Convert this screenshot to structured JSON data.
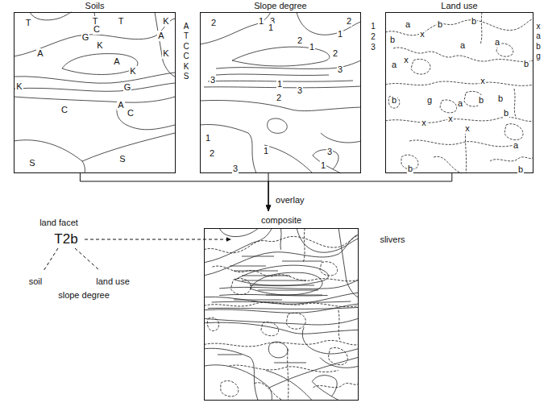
{
  "diagram": {
    "nodes": [
      {
        "text": [
          "Soils"
        ]
      },
      {
        "text": [
          "Slope degree"
        ]
      },
      {
        "text": [
          "Land use"
        ]
      },
      {
        "text": [
          "composite"
        ]
      }
    ],
    "edges": [
      {
        "from": 0,
        "to": 3,
        "arrow": "to"
      },
      {
        "from": 1,
        "to": 3,
        "label": "overlay",
        "arrow": "to"
      },
      {
        "from": 2,
        "to": 3,
        "arrow": "to"
      }
    ],
    "labels": [
      "T",
      "T",
      "T",
      "K",
      "A",
      "K",
      "C",
      "G",
      "K",
      "A",
      "A",
      "K",
      "K",
      "G",
      "A",
      "C",
      "C",
      "S",
      "S",
      "A",
      "T",
      "C",
      "C",
      "K",
      "S",
      "2",
      "1",
      "3",
      "2",
      "1",
      "2",
      "1",
      "1",
      "2",
      "3",
      "1",
      "2",
      "3",
      "3",
      "1",
      "2",
      "3",
      "1",
      "3",
      "1",
      "1",
      "2",
      "3",
      "b",
      "a",
      "b",
      "b",
      "x",
      "a",
      "a",
      "a",
      "x",
      "b",
      "x",
      "b",
      "g",
      "a",
      "b",
      "b",
      "x",
      "x",
      "b",
      "x",
      "a",
      "b",
      "b",
      "x",
      "a",
      "b",
      "g",
      "land facet",
      "T2b",
      "soil",
      "slope degree",
      "land use",
      "slivers"
    ]
  }
}
